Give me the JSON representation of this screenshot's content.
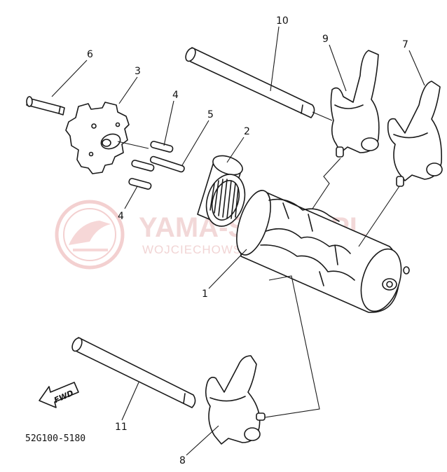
{
  "diagram": {
    "part_labels": [
      {
        "id": "1",
        "text": "1"
      },
      {
        "id": "2",
        "text": "2"
      },
      {
        "id": "3",
        "text": "3"
      },
      {
        "id": "4a",
        "text": "4"
      },
      {
        "id": "4b",
        "text": "4"
      },
      {
        "id": "5",
        "text": "5"
      },
      {
        "id": "6",
        "text": "6"
      },
      {
        "id": "7",
        "text": "7"
      },
      {
        "id": "8",
        "text": "8"
      },
      {
        "id": "9",
        "text": "9"
      },
      {
        "id": "10",
        "text": "10"
      },
      {
        "id": "11",
        "text": "11"
      }
    ],
    "direction_arrow": "FWD",
    "drawing_code": "52G100-5180"
  },
  "watermark": {
    "main": "YAMA-SHLER.PL",
    "sub": "WOJCIECHOWSKI SKLEP YAMAHA",
    "color": "#e9b9b9"
  }
}
